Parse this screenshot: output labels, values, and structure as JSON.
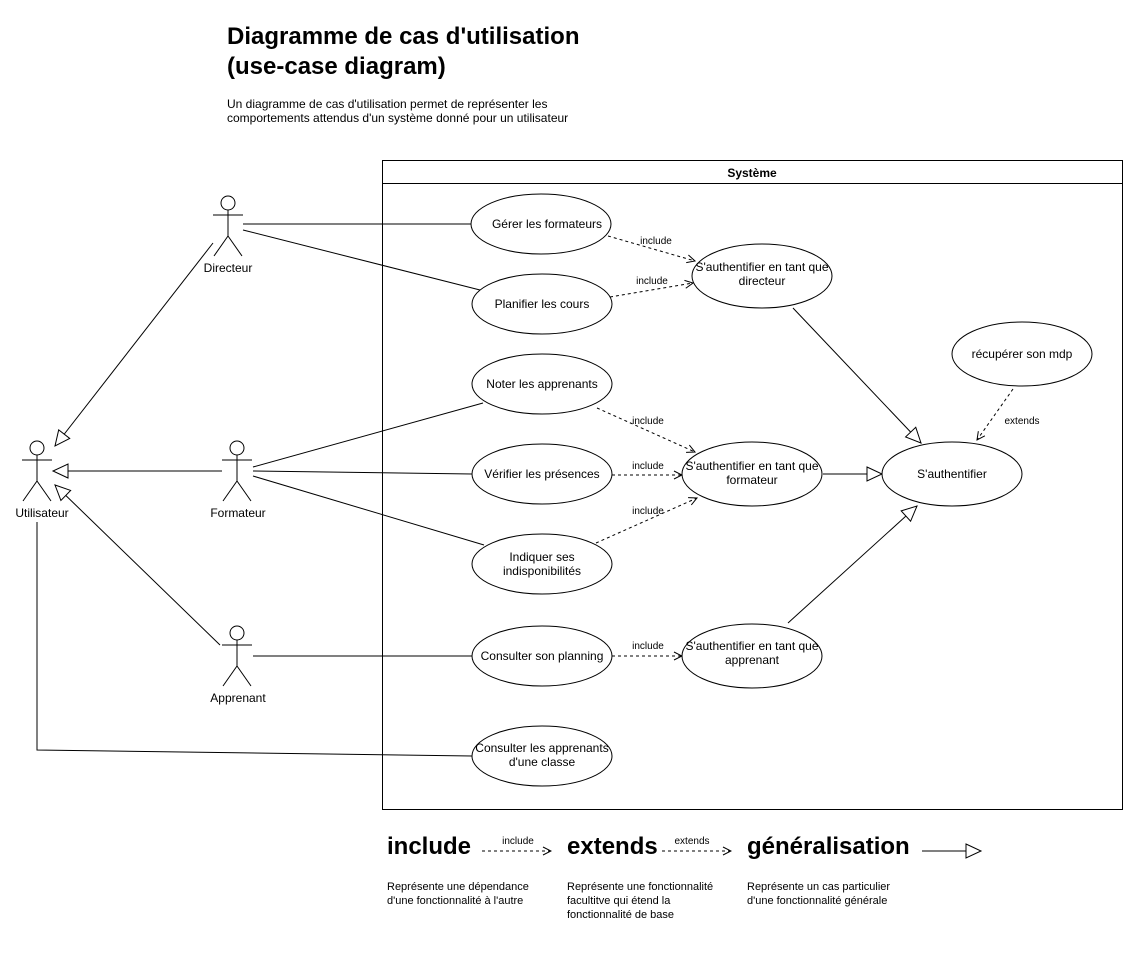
{
  "header": {
    "title_line1": "Diagramme de cas d'utilisation",
    "title_line2": "(use-case diagram)",
    "description_line1": "Un diagramme de cas d'utilisation permet de représenter les",
    "description_line2": "comportements attendus d'un système donné pour un utilisateur"
  },
  "system": {
    "label": "Système"
  },
  "actors": {
    "directeur": "Directeur",
    "utilisateur": "Utilisateur",
    "formateur": "Formateur",
    "apprenant": "Apprenant"
  },
  "use_cases": {
    "gerer_formateurs": "Gérer les formateurs",
    "planifier_cours": "Planifier les cours",
    "noter_apprenants": "Noter les apprenants",
    "verifier_presences": "Vérifier les présences",
    "indiquer_l1": "Indiquer ses",
    "indiquer_l2": "indisponibilités",
    "consulter_planning": "Consulter son planning",
    "consulter_app_l1": "Consulter les apprenants",
    "consulter_app_l2": "d'une classe",
    "auth_dir_l1": "S'authentifier en tant que",
    "auth_dir_l2": "directeur",
    "auth_form_l1": "S'authentifier en tant que",
    "auth_form_l2": "formateur",
    "auth_app_l1": "S'authentifier en tant que",
    "auth_app_l2": "apprenant",
    "authentifier": "S'authentifier",
    "recuperer_mdp": "récupérer son mdp"
  },
  "relations": {
    "include": "include",
    "extends": "extends"
  },
  "legend": {
    "include_title": "include",
    "include_arrow_label": "include",
    "include_desc_l1": "Représente une dépendance",
    "include_desc_l2": "d'une fonctionnalité à l'autre",
    "extends_title": "extends",
    "extends_arrow_label": "extends",
    "extends_desc_l1": "Représente une fonctionnalité",
    "extends_desc_l2": "facultitve qui étend la",
    "extends_desc_l3": "fonctionnalité de base",
    "generalisation_title": "généralisation",
    "generalisation_desc_l1": "Représente un cas particulier",
    "generalisation_desc_l2": "d'une fonctionnalité générale"
  }
}
